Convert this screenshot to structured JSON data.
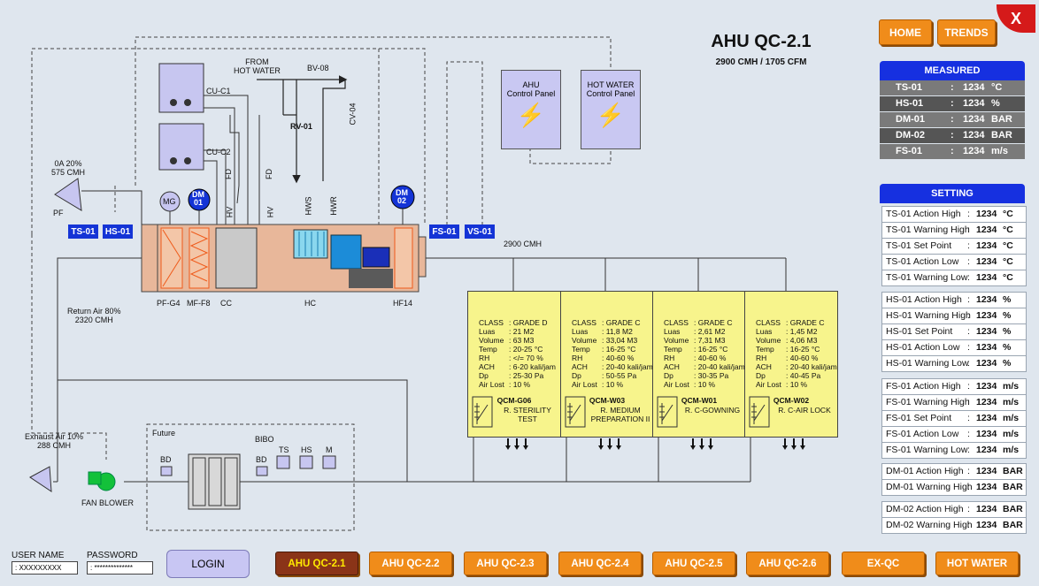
{
  "header": {
    "title": "AHU QC-2.1",
    "subtitle": "2900 CMH / 1705 CFM",
    "home": "HOME",
    "trends": "TRENDS",
    "close": "X"
  },
  "measured": {
    "title": "MEASURED",
    "rows": [
      {
        "name": "TS-01",
        "value": "1234",
        "unit": "°C"
      },
      {
        "name": "HS-01",
        "value": "1234",
        "unit": "%"
      },
      {
        "name": "DM-01",
        "value": "1234",
        "unit": "BAR"
      },
      {
        "name": "DM-02",
        "value": "1234",
        "unit": "BAR"
      },
      {
        "name": "FS-01",
        "value": "1234",
        "unit": "m/s"
      }
    ]
  },
  "setting": {
    "title": "SETTING",
    "rows": [
      {
        "name": "TS-01 Action High",
        "value": "1234",
        "unit": "°C"
      },
      {
        "name": "TS-01 Warning High",
        "value": "1234",
        "unit": "°C"
      },
      {
        "name": "TS-01 Set Point",
        "value": "1234",
        "unit": "°C"
      },
      {
        "name": "TS-01 Action Low",
        "value": "1234",
        "unit": "°C"
      },
      {
        "name": "TS-01 Warning Low",
        "value": "1234",
        "unit": "°C"
      },
      {
        "name": "HS-01 Action High",
        "value": "1234",
        "unit": "%"
      },
      {
        "name": "HS-01 Warning High",
        "value": "1234",
        "unit": "%"
      },
      {
        "name": "HS-01 Set Point",
        "value": "1234",
        "unit": "%"
      },
      {
        "name": "HS-01 Action Low",
        "value": "1234",
        "unit": "%"
      },
      {
        "name": "HS-01 Warning Low",
        "value": "1234",
        "unit": "%"
      },
      {
        "name": "FS-01 Action High",
        "value": "1234",
        "unit": "m/s"
      },
      {
        "name": "FS-01 Warning High",
        "value": "1234",
        "unit": "m/s"
      },
      {
        "name": "FS-01 Set Point",
        "value": "1234",
        "unit": "m/s"
      },
      {
        "name": "FS-01 Action Low",
        "value": "1234",
        "unit": "m/s"
      },
      {
        "name": "FS-01 Warning Low",
        "value": "1234",
        "unit": "m/s"
      },
      {
        "name": "DM-01 Action High",
        "value": "1234",
        "unit": "BAR"
      },
      {
        "name": "DM-01 Warning High",
        "value": "1234",
        "unit": "BAR"
      },
      {
        "name": "DM-02 Action High",
        "value": "1234",
        "unit": "BAR"
      },
      {
        "name": "DM-02 Warning High",
        "value": "1234",
        "unit": "BAR"
      }
    ]
  },
  "diagram": {
    "cu1": "CU-C1",
    "cu2": "CU-C2",
    "from_hot_water": "FROM\nHOT WATER",
    "bv08": "BV-08",
    "rv01": "RV-01",
    "cv04": "CV-04",
    "fd": "FD",
    "hv": "HV",
    "hws": "HWS",
    "hwr": "HWR",
    "oa": "0A 20%\n575 CMH",
    "pf": "PF",
    "mg": "MG",
    "dm01": "DM\n01",
    "dm02": "DM\n02",
    "ts01": "TS-01",
    "hs01": "HS-01",
    "fs01": "FS-01",
    "vs01": "VS-01",
    "pfg4": "PF-G4",
    "mff8": "MF-F8",
    "cc": "CC",
    "hc": "HC",
    "hf14": "HF14",
    "flow": "2900 CMH",
    "return_air": "Return Air 80%\n2320 CMH",
    "exhaust": "Exhaust Air 10%\n288 CMH",
    "fan": "FAN BLOWER",
    "future": "Future",
    "bibo": "BIBO",
    "bd": "BD",
    "ts": "TS",
    "hs": "HS",
    "m": "M",
    "ahu_panel": "AHU\nControl Panel",
    "hw_panel": "HOT WATER\nControl Panel"
  },
  "rooms": [
    {
      "class": "GRADE D",
      "luas": "21 M2",
      "volume": "63 M3",
      "temp": "20-25 °C",
      "rh": "</= 70 %",
      "ach": "6-20 kali/jam",
      "dp": "25-30 Pa",
      "air_lost": "10 %",
      "code": "QCM-G06",
      "name": "R. STERILITY\nTEST"
    },
    {
      "class": "GRADE C",
      "luas": "11,8 M2",
      "volume": "33,04 M3",
      "temp": "16-25 °C",
      "rh": "40-60 %",
      "ach": "20-40 kali/jam",
      "dp": "50-55 Pa",
      "air_lost": "10 %",
      "code": "QCM-W03",
      "name": "R. MEDIUM\nPREPARATION II"
    },
    {
      "class": "GRADE C",
      "luas": "2,61 M2",
      "volume": "7,31 M3",
      "temp": "16-25 °C",
      "rh": "40-60 %",
      "ach": "20-40 kali/jam",
      "dp": "30-35 Pa",
      "air_lost": "10 %",
      "code": "QCM-W01",
      "name": "R. C-GOWNING"
    },
    {
      "class": "GRADE C",
      "luas": "1,45 M2",
      "volume": "4,06 M3",
      "temp": "16-25 °C",
      "rh": "40-60 %",
      "ach": "20-40 kali/jam",
      "dp": "40-45 Pa",
      "air_lost": "10 %",
      "code": "QCM-W02",
      "name": "R. C-AIR LOCK"
    }
  ],
  "room_labels": {
    "class": "CLASS",
    "luas": "Luas",
    "volume": "Volume",
    "temp": "Temp",
    "rh": "RH",
    "ach": "ACH",
    "dp": "Dp",
    "air_lost": "Air Lost"
  },
  "login": {
    "user_label": "USER NAME",
    "user_value": ": XXXXXXXXX",
    "pass_label": "PASSWORD",
    "pass_value": ": **************",
    "button": "LOGIN"
  },
  "tabs": [
    "AHU QC-2.1",
    "AHU QC-2.2",
    "AHU QC-2.3",
    "AHU QC-2.4",
    "AHU QC-2.5",
    "AHU QC-2.6",
    "EX-QC",
    "HOT WATER"
  ],
  "colors": {
    "accent": "#f08c1a",
    "active_tab": "#8a3418",
    "panel_head": "#1630e0",
    "room": "#f7f48c"
  }
}
